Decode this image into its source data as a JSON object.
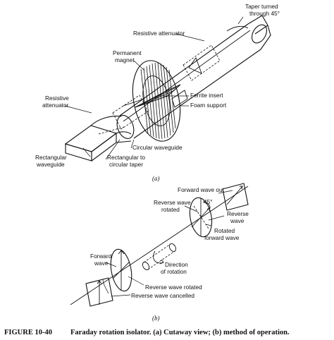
{
  "labels_a": {
    "taper_turned": "Taper turned",
    "through_45": "through 45°",
    "resistive_attenuator_top": "Resistive attenuator",
    "permanent": "Permanent",
    "magnet": "magnet",
    "resistive": "Resistive",
    "attenuator": "attenuator",
    "ferrite_insert": "Ferrite insert",
    "foam_support": "Foam support",
    "circular_waveguide": "Circular waveguide",
    "rectangular": "Rectangular",
    "waveguide": "waveguide",
    "rect_to_circ_1": "Rectangular to",
    "rect_to_circ_2": "circular taper",
    "sub_a": "(a)"
  },
  "labels_b": {
    "forward_wave_out": "Forward wave out",
    "angle_45": "45°",
    "reverse_wave": "Reverse wave",
    "rotated": "rotated",
    "reverse": "Reverse",
    "wave": "wave",
    "rotated_line1": "Rotated",
    "rotated_line2": "forward wave",
    "forward": "Forward",
    "wave_in": "wave",
    "direction_of": "Direction",
    "of_rotation": "of rotation",
    "reverse_wave_rotated": "Reverse wave rotated",
    "reverse_wave_cancelled": "Reverse wave cancelled",
    "sub_b": "(b)"
  },
  "caption": {
    "figure": "FIGURE 10-40",
    "text": "Faraday rotation isolator. (a) Cutaway view; (b) method of operation."
  }
}
